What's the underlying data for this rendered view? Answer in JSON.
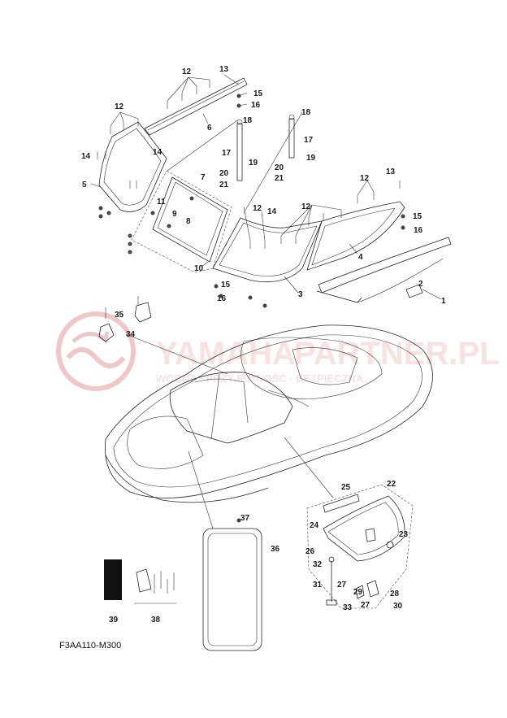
{
  "watermark": {
    "brand": "YAMAHA",
    "domain_suffix": "PARTNER.PL",
    "tagline": "WODNA · PRZYJEMNOŚĆ · BEZPIECZNA",
    "color": "#e8a7a7"
  },
  "diagram_code": "F3AA110-M300",
  "part_numbers": [
    "1",
    "2",
    "3",
    "4",
    "5",
    "6",
    "7",
    "8",
    "9",
    "10",
    "11",
    "12",
    "13",
    "14",
    "15",
    "16",
    "17",
    "18",
    "19",
    "20",
    "21",
    "22",
    "23",
    "24",
    "25",
    "26",
    "27",
    "28",
    "29",
    "30",
    "31",
    "32",
    "33",
    "34",
    "35",
    "36",
    "37",
    "38",
    "39"
  ],
  "labels": {
    "p12a": "12",
    "p13a": "13",
    "p15a": "15",
    "p16a": "16",
    "p6": "6",
    "p12b": "12",
    "p18a": "18",
    "p18b": "18",
    "p14a": "14",
    "p14b": "14",
    "p17a": "17",
    "p17b": "17",
    "p19a": "19",
    "p19b": "19",
    "p20a": "20",
    "p20b": "20",
    "p21a": "21",
    "p21b": "21",
    "p5": "5",
    "p7": "7",
    "p11": "11",
    "p9": "9",
    "p8": "8",
    "p12c": "12",
    "p12d": "12",
    "p12e": "12",
    "p13b": "13",
    "p14c": "14",
    "p15b": "15",
    "p16b": "16",
    "p4": "4",
    "p10": "10",
    "p15c": "15",
    "p16c": "16",
    "p3": "3",
    "p2": "2",
    "p1": "1",
    "p35": "35",
    "p34": "34",
    "p22": "22",
    "p25": "25",
    "p24": "24",
    "p23": "23",
    "p26": "26",
    "p32": "32",
    "p37": "37",
    "p36": "36",
    "p31": "31",
    "p27a": "27",
    "p27b": "27",
    "p29": "29",
    "p28": "28",
    "p30": "30",
    "p33": "33",
    "p39": "39",
    "p38": "38"
  }
}
